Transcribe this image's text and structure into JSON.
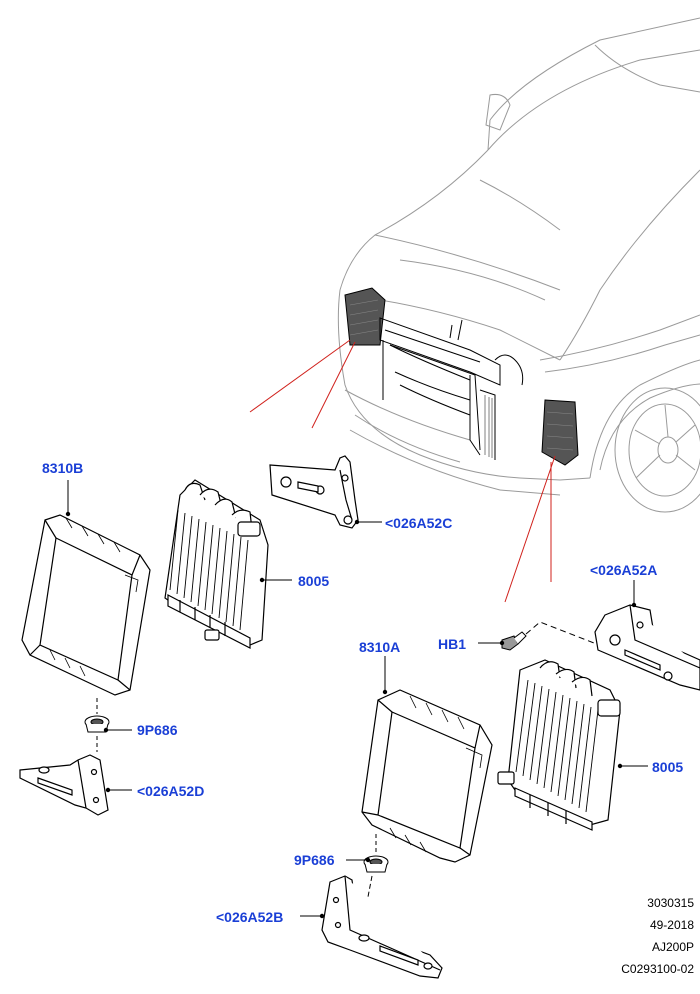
{
  "callouts": {
    "c8310B": "8310B",
    "c8005a": "8005",
    "c026A52C": "<026A52C",
    "c026A52A": "<026A52A",
    "cHB1": "HB1",
    "c8310A": "8310A",
    "c9P686a": "9P686",
    "c026A52D": "<026A52D",
    "c8005b": "8005",
    "c9P686b": "9P686",
    "c026A52B": "<026A52B"
  },
  "reference": {
    "line1": "3030315",
    "line2": "49-2018",
    "line3": "AJ200P",
    "line4": "C0293100-02"
  },
  "colors": {
    "callout_text": "#1a3fd6",
    "leader_red": "#d0201b",
    "line_art": "#000000",
    "car_outline": "#9a9a9a"
  }
}
